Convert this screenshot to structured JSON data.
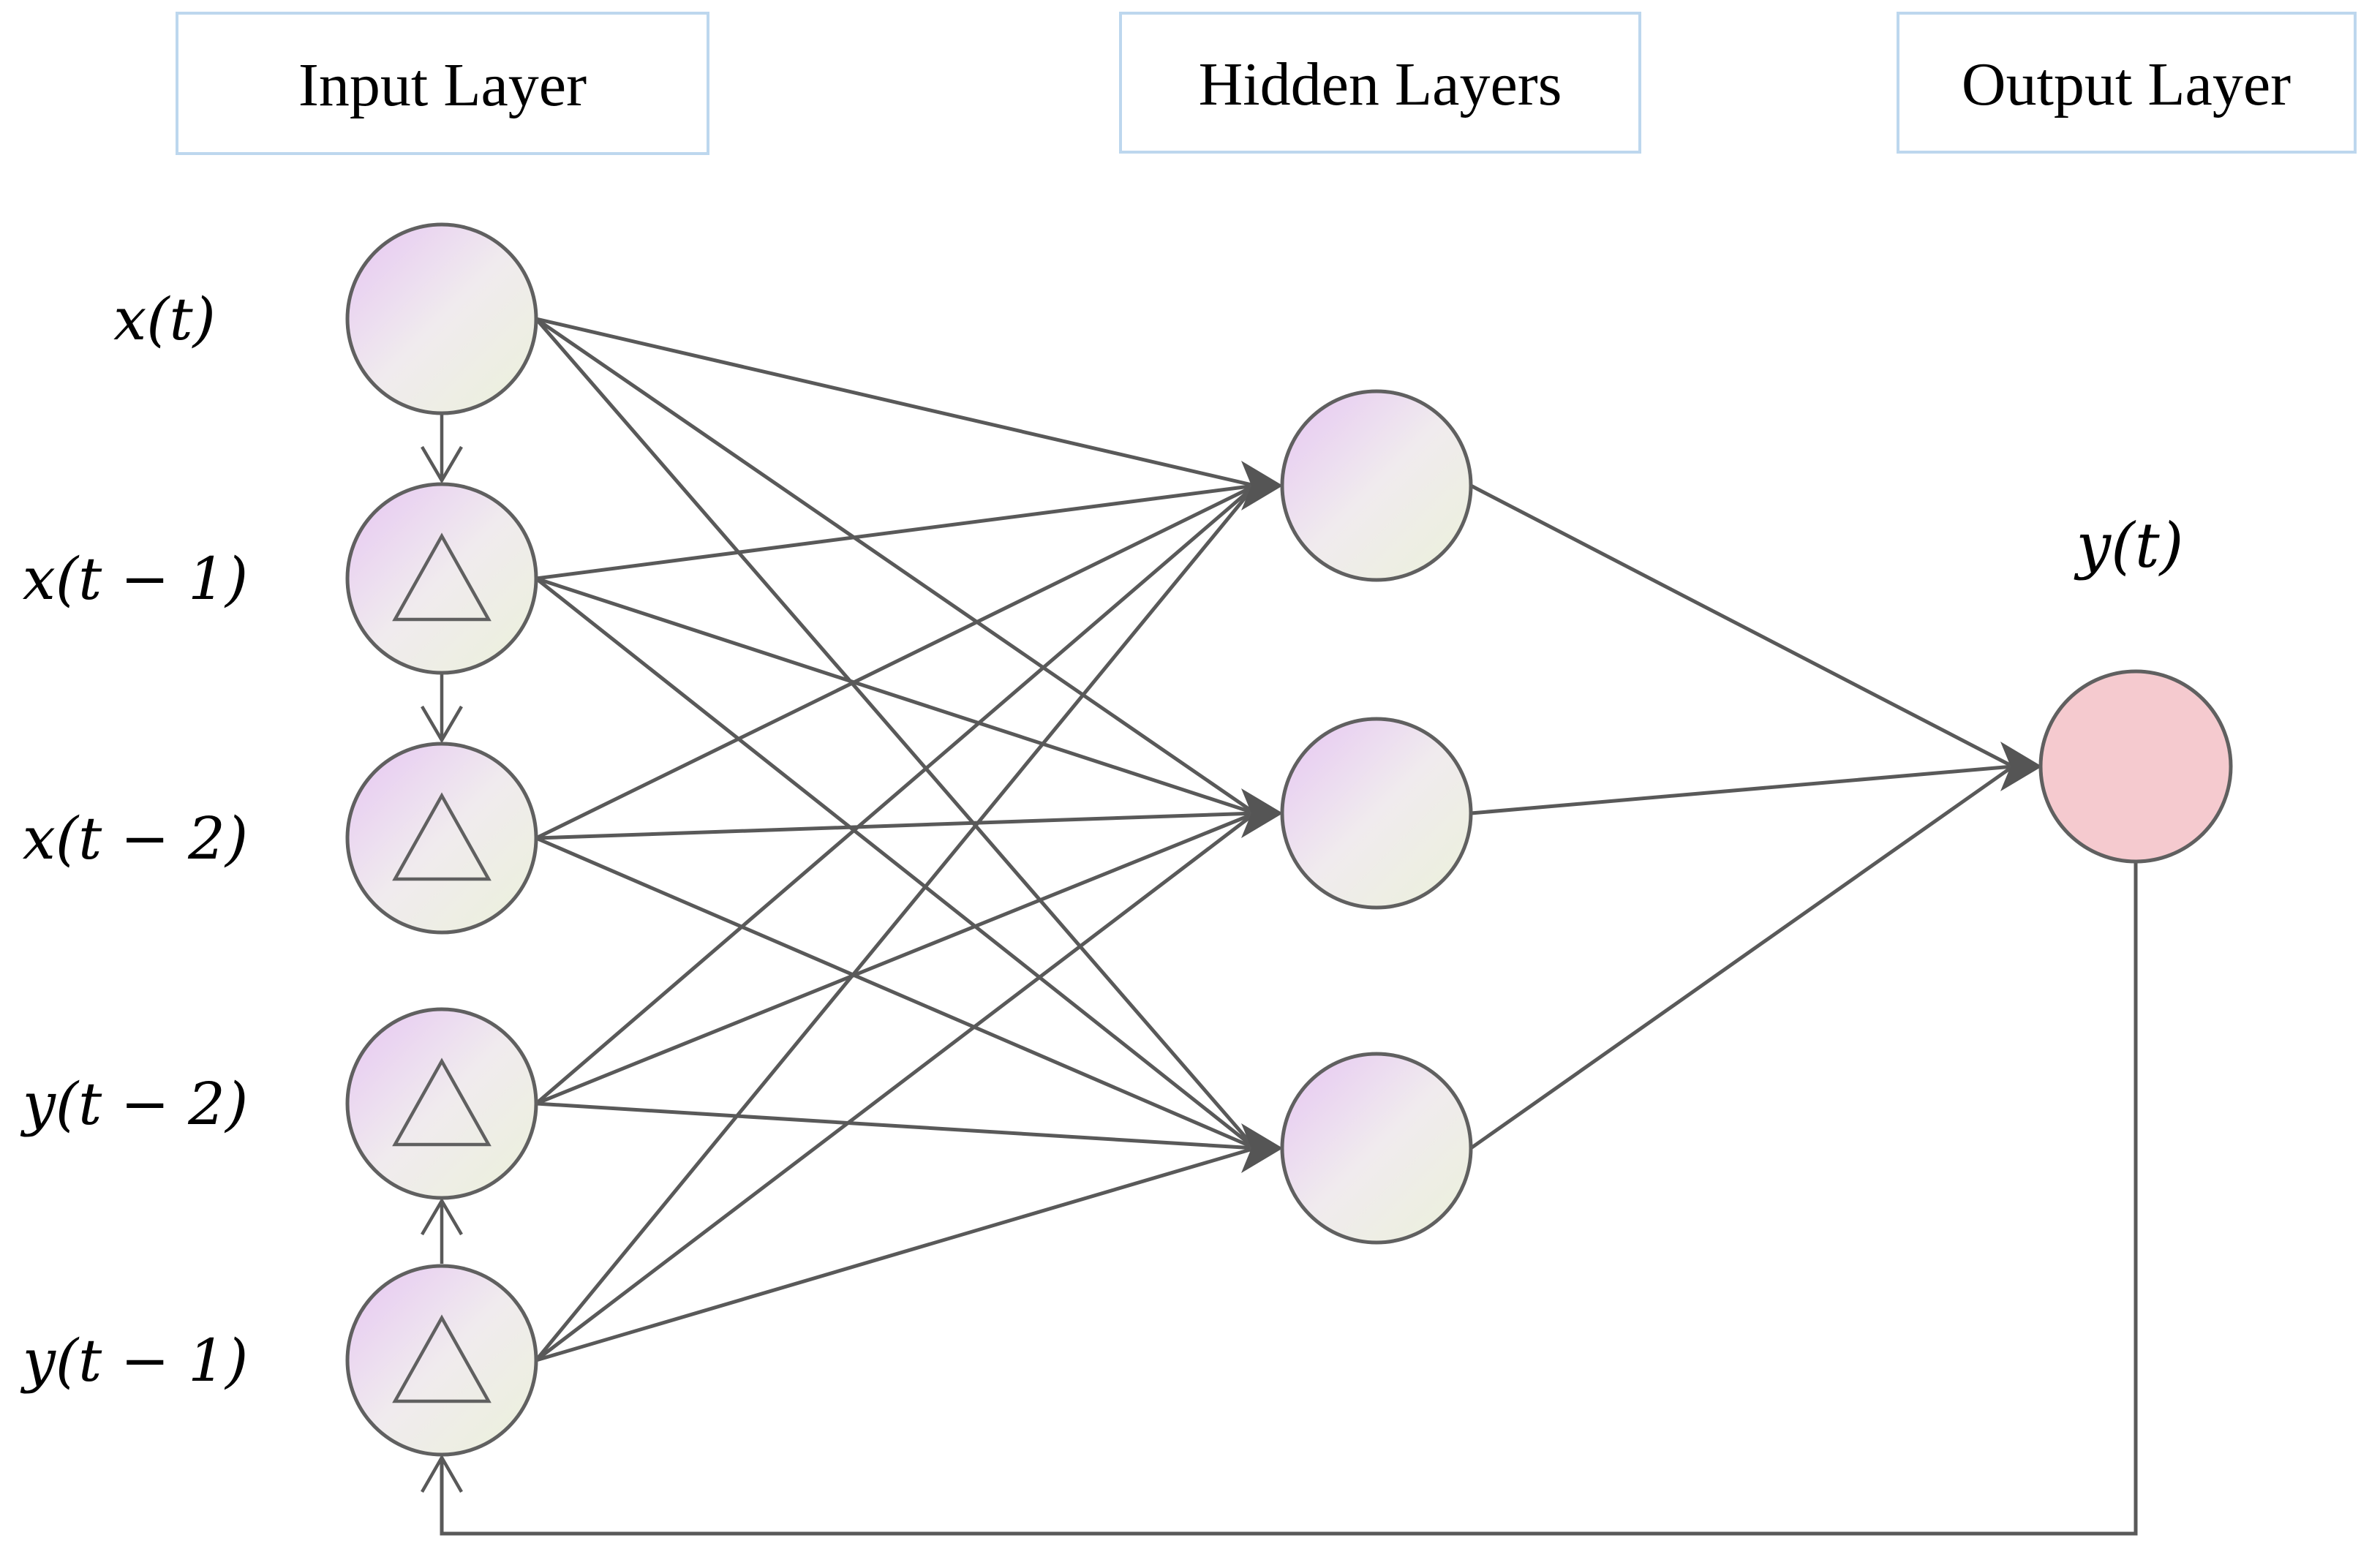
{
  "figure": {
    "background": "#ffffff",
    "layers": [
      {
        "title": "Input Layer"
      },
      {
        "title": "Hidden Layers"
      },
      {
        "title": "Output Layer"
      }
    ],
    "input_nodes": [
      {
        "label": "x(t)",
        "delay": false
      },
      {
        "label": "x(t − 1)",
        "delay": true
      },
      {
        "label": "x(t − 2)",
        "delay": true
      },
      {
        "label": "y(t − 2)",
        "delay": true
      },
      {
        "label": "y(t − 1)",
        "delay": true
      }
    ],
    "hidden_nodes_count": 3,
    "output_node": {
      "label": "y(t)"
    },
    "connections": {
      "input_to_hidden": "every input node connects to every hidden node",
      "hidden_to_output": "every hidden node connects to the output node",
      "delay_chain": [
        "x(t) → x(t−1)",
        "x(t−1) → x(t−2)",
        "y(t−1) → y(t−2)"
      ],
      "feedback": "output y(t) feeds back to input y(t−1)"
    },
    "colors": {
      "background": "#ffffff",
      "node_gradient_start": "#e6c5f3",
      "node_gradient_mid": "#f0ebee",
      "node_gradient_end": "#ebf1da",
      "output_node_fill": "#f5cacf",
      "node_stroke": "#606060",
      "edge": "#595959",
      "arrowhead": "#555555",
      "label_box_border": "#bdd7ee",
      "text": "#000000"
    }
  }
}
